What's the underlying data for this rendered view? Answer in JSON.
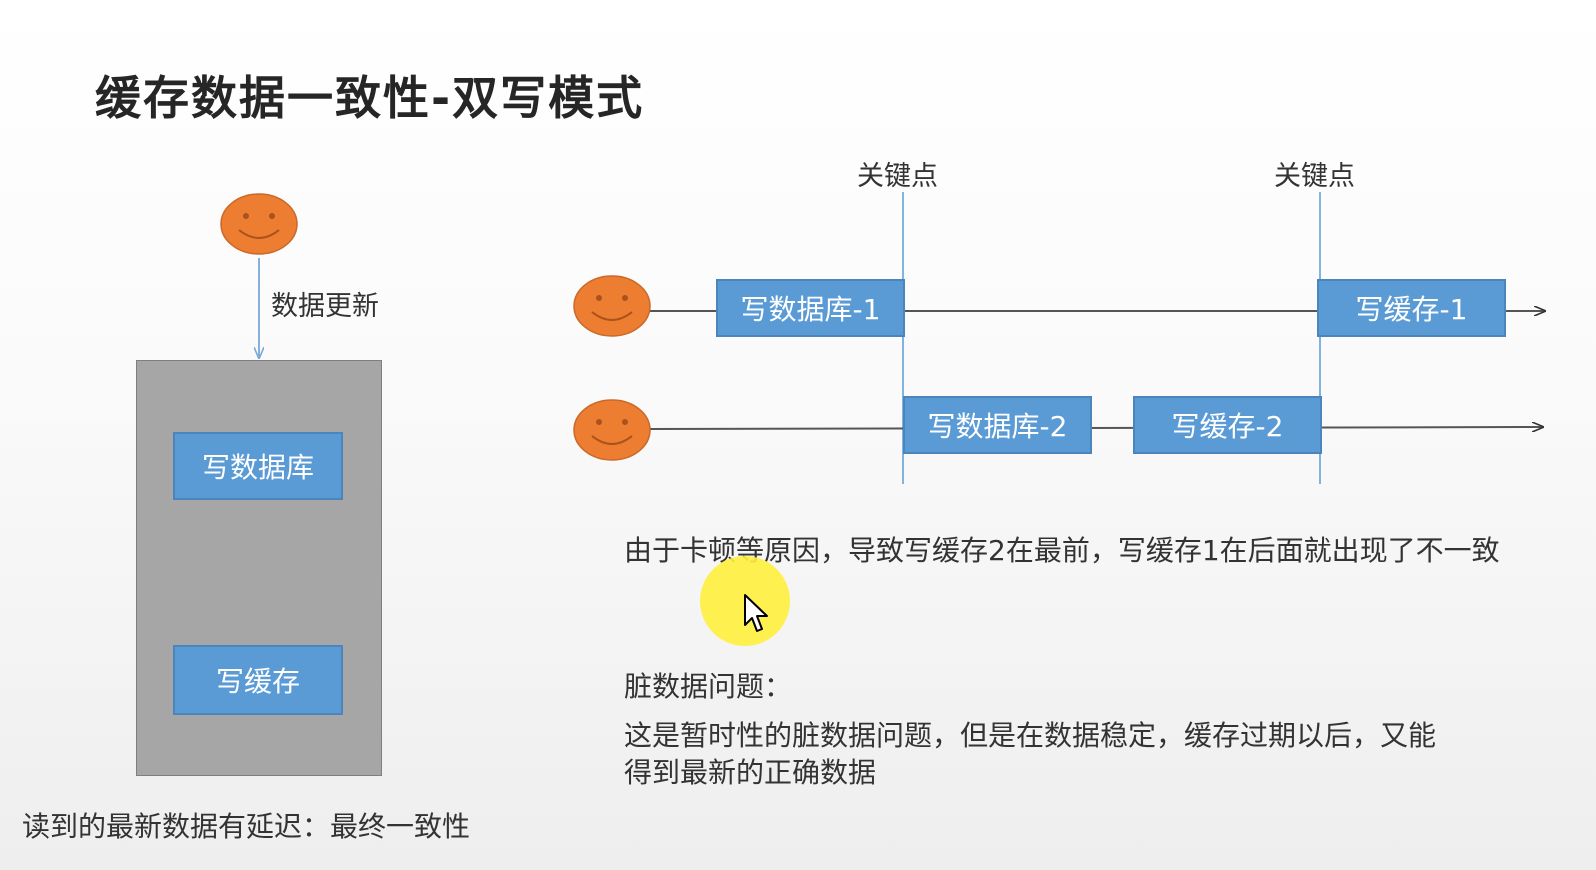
{
  "title": "缓存数据一致性-双写模式",
  "left": {
    "arrow_label": "数据更新",
    "box_db": "写数据库",
    "box_cache": "写缓存",
    "footer": "读到的最新数据有延迟：最终一致性"
  },
  "right": {
    "key_point_1": "关键点",
    "key_point_2": "关键点",
    "row1": {
      "db": "写数据库-1",
      "cache": "写缓存-1"
    },
    "row2": {
      "db": "写数据库-2",
      "cache": "写缓存-2"
    },
    "explanation": "由于卡顿等原因，导致写缓存2在最前，写缓存1在后面就出现了不一致",
    "dirty_heading": "脏数据问题：",
    "dirty_line1": "这是暂时性的脏数据问题，但是在数据稳定，缓存过期以后，又能",
    "dirty_line2": "得到最新的正确数据"
  },
  "colors": {
    "box_fill": "#5b9bd5",
    "face_fill": "#ed7d31",
    "panel_fill": "#a6a6a6",
    "cursor_halo": "#fff03c"
  },
  "icons": {
    "face": "smiley-face-icon",
    "cursor": "mouse-cursor-icon"
  }
}
